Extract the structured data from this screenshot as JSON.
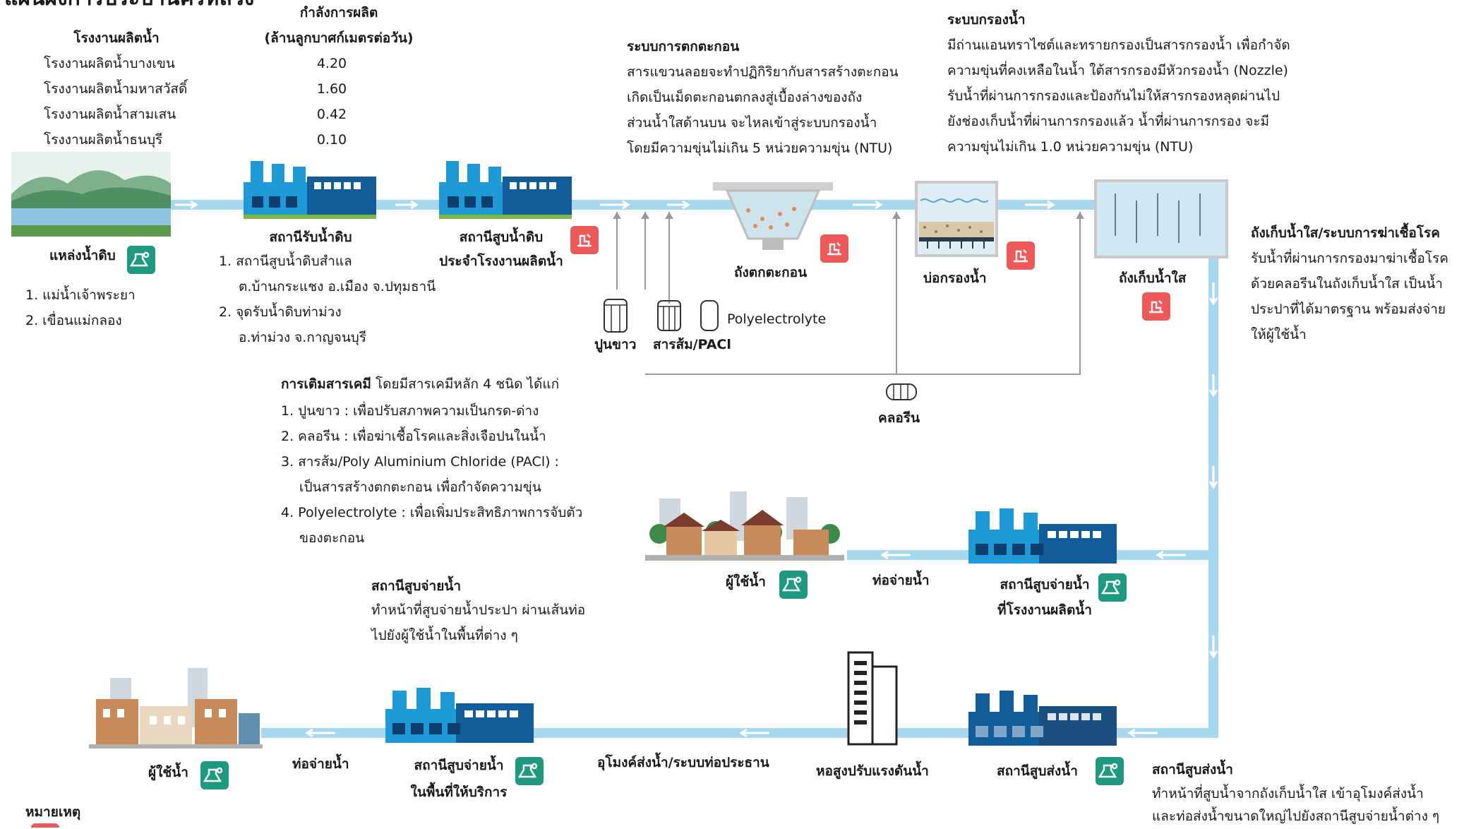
{
  "title": "แผนผังการประปานครหลวง",
  "plants_table": {
    "header_plant": "โรงงานผลิตน้ำ",
    "header_capacity_1": "กำลังการผลิต",
    "header_capacity_2": "(ล้านลูกบาศก์เมตรต่อวัน)",
    "rows": [
      {
        "name": "โรงงานผลิตน้ำบางเขน",
        "capacity": "4.20"
      },
      {
        "name": "โรงงานผลิตน้ำมหาสวัสดิ์",
        "capacity": "1.60"
      },
      {
        "name": "โรงงานผลิตน้ำสามเสน",
        "capacity": "0.42"
      },
      {
        "name": "โรงงานผลิตน้ำธนบุรี",
        "capacity": "0.10"
      }
    ]
  },
  "raw_water": {
    "label": "แหล่งน้ำดิบ",
    "items": [
      "1. แม่น้ำเจ้าพระยา",
      "2. เขื่อนแม่กลอง"
    ]
  },
  "intake_station": {
    "label": "สถานีรับน้ำดิบ",
    "lines": [
      "1. สถานีสูบน้ำดิบสำแล",
      "ต.บ้านกระแชง อ.เมือง จ.ปทุมธานี",
      "2. จุดรับน้ำดิบท่าม่วง",
      "อ.ท่าม่วง จ.กาญจนบุรี"
    ]
  },
  "raw_pump": {
    "label_1": "สถานีสูบน้ำดิบ",
    "label_2": "ประจำโรงงานผลิตน้ำ"
  },
  "sedimentation": {
    "title": "ระบบการตกตะกอน",
    "lines": [
      "สารแขวนลอยจะทำปฏิกิริยากับสารสร้างตะกอน",
      "เกิดเป็นเม็ดตะกอนตกลงสู่เบื้องล่างของถัง",
      "ส่วนน้ำใสด้านบน จะไหลเข้าสู่ระบบกรองน้ำ",
      "โดยมีความขุ่นไม่เกิน 5 หน่วยความขุ่น (NTU)"
    ],
    "tank_label": "ถังตกตะกอน"
  },
  "filter": {
    "title": "ระบบกรองน้ำ",
    "lines": [
      "มีถ่านแอนทราไซต์และทรายกรองเป็นสารกรองน้ำ  เพื่อกำจัด",
      "ความขุ่นที่คงเหลือในน้ำ ใต้สารกรองมีหัวกรองน้ำ (Nozzle)",
      "รับน้ำที่ผ่านการกรองและป้องกันไม่ให้สารกรองหลุดผ่านไป",
      "ยังช่องเก็บน้ำที่ผ่านการกรองแล้ว  น้ำที่ผ่านการกรอง  จะมี",
      "ความขุ่นไม่เกิน 1.0 หน่วยความขุ่น (NTU)"
    ],
    "tank_label": "บ่อกรองน้ำ"
  },
  "clear_tank": {
    "title": "ถังเก็บน้ำใส/ระบบการฆ่าเชื้อโรค",
    "lines": [
      "รับน้ำที่ผ่านการกรองมาฆ่าเชื้อโรค",
      "ด้วยคลอรีนในถังเก็บน้ำใส เป็นน้ำ",
      "ประปาที่ได้มาตรฐาน พร้อมส่งจ่าย",
      "ให้ผู้ใช้น้ำ"
    ],
    "tank_label": "ถังเก็บน้ำใส"
  },
  "chemicals": {
    "lime": "ปูนขาว",
    "alum": "สารส้ม/PACl",
    "poly": "Polyelectrolyte",
    "chlorine": "คลอรีน",
    "title": "การเติมสารเคมี",
    "intro": " โดยมีสารเคมีหลัก 4 ชนิด ได้แก่",
    "lines": [
      "1. ปูนขาว : เพื่อปรับสภาพความเป็นกรด-ด่าง",
      "2. คลอรีน : เพื่อฆ่าเชื้อโรคและสิ่งเจือปนในน้ำ",
      "3. สารส้ม/Poly Aluminium Chloride (PACl) :",
      "เป็นสารสร้างตกตะกอน เพื่อกำจัดความขุ่น",
      "4. Polyelectrolyte : เพื่อเพิ่มประสิทธิภาพการจับตัว",
      "ของตะกอน"
    ]
  },
  "middle_row": {
    "users": "ผู้ใช้น้ำ",
    "pipe": "ท่อจ่ายน้ำ",
    "plant_pump_1": "สถานีสูบจ่ายน้ำ",
    "plant_pump_2": "ที่โรงงานผลิตน้ำ"
  },
  "distribution_note": {
    "title": "สถานีสูบจ่ายน้ำ",
    "lines": [
      "ทำหน้าที่สูบจ่ายน้ำประปา ผ่านเส้นท่อ",
      "ไปยังผู้ใช้น้ำในพื้นที่ต่าง ๆ"
    ]
  },
  "bottom_row": {
    "users": "ผู้ใช้น้ำ",
    "pipe": "ท่อจ่ายน้ำ",
    "area_pump_1": "สถานีสูบจ่ายน้ำ",
    "area_pump_2": "ในพื้นที่ให้บริการ",
    "tunnel": "อุโมงค์ส่งน้ำ/ระบบท่อประธาน",
    "tower": "หอสูงปรับแรงดันน้ำ",
    "send_station": "สถานีสูบส่งน้ำ"
  },
  "send_note": {
    "title": "สถานีสูบส่งน้ำ",
    "lines": [
      "ทำหน้าที่สูบน้ำจากถังเก็บน้ำใส เข้าอุโมงค์ส่งน้ำ",
      "และท่อส่งน้ำขนาดใหญ่ไปยังสถานีสูบจ่ายน้ำต่าง ๆ"
    ]
  },
  "legend": {
    "title": "หมายเหตุ"
  },
  "colors": {
    "pipe": "#a8d8f0",
    "factory": "#1e9ad6",
    "factory_dark": "#135c9a",
    "badge_red": "#ee5a5a",
    "badge_green": "#1f9a80"
  }
}
